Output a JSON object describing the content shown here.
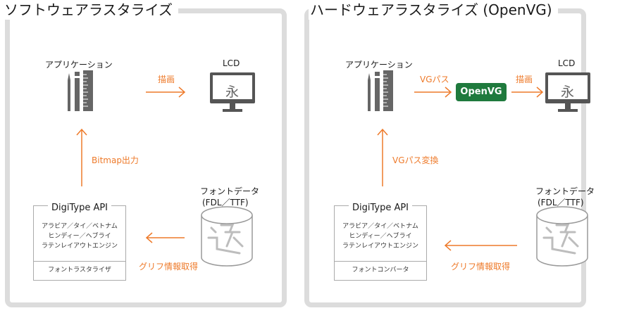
{
  "colors": {
    "accent": "#ee7a2a",
    "openvg_green": "#1f7a3d",
    "frame": "#dcdcdc"
  },
  "left": {
    "title": "ソフトウェアラスタライズ",
    "app_label": "アプリケーション",
    "lcd_label": "LCD",
    "lcd_char": "永",
    "draw_label": "描画",
    "bitmap_label": "Bitmap出力",
    "font_label_1": "フォントデータ",
    "font_label_2": "(FDL／TTF)",
    "glyph_label": "グリフ情報取得",
    "box": {
      "title": "DigiType API",
      "langs": [
        "アラビア／タイ／ベトナム",
        "ヒンディー／ヘブライ",
        "ラテンレイアウトエンジン"
      ],
      "footer": "フォントラスタライザ"
    }
  },
  "right": {
    "title": "ハードウェアラスタライズ (OpenVG)",
    "app_label": "アプリケーション",
    "lcd_label": "LCD",
    "lcd_char": "永",
    "vg_path_label": "VGパス",
    "openvg_label": "OpenVG",
    "draw_label": "描画",
    "vg_convert_label": "VGパス変換",
    "font_label_1": "フォントデータ",
    "font_label_2": "(FDL／TTF)",
    "glyph_label": "グリフ情報取得",
    "box": {
      "title": "DigiType API",
      "langs": [
        "アラビア／タイ／ベトナム",
        "ヒンディー／ヘブライ",
        "ラテンレイアウトエンジン"
      ],
      "footer": "フォントコンバータ"
    }
  }
}
